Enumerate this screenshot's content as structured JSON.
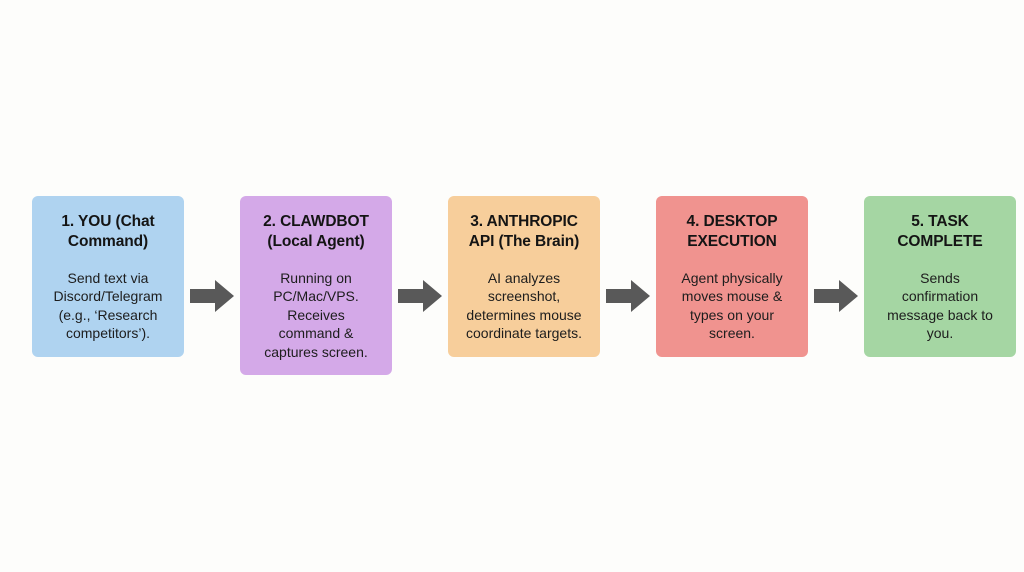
{
  "canvas": {
    "background_color": "#fdfdfb",
    "arrow_color": "#595959"
  },
  "diagram": {
    "type": "horizontal-flowchart",
    "stage_count": 5,
    "connector_count": 4,
    "connector_icon": "right-arrow-icon"
  },
  "stages": [
    {
      "id": "stage-1-you-chat-command",
      "number": "1",
      "title": "1. YOU (Chat\nCommand)",
      "body": "Send text via\nDiscord/Telegram\n(e.g., ‘Research\ncompetitors’).",
      "color": "#afd3f0"
    },
    {
      "id": "stage-2-clawdbot-local-agent",
      "number": "2",
      "title": "2. CLAWDBOT\n(Local Agent)",
      "body": "Running on\nPC/Mac/VPS.\nReceives\ncommand &\ncaptures screen.",
      "color": "#d4a9e8"
    },
    {
      "id": "stage-3-anthropic-api",
      "number": "3",
      "title": "3. ANTHROPIC\nAPI (The Brain)",
      "body": "AI analyzes\nscreenshot,\ndetermines mouse\ncoordinate targets.",
      "color": "#f7ce9b"
    },
    {
      "id": "stage-4-desktop-execution",
      "number": "4",
      "title": "4. DESKTOP\nEXECUTION",
      "body": "Agent physically\nmoves mouse &\ntypes on your\nscreen.",
      "color": "#f0938f"
    },
    {
      "id": "stage-5-task-complete",
      "number": "5",
      "title": "5. TASK\nCOMPLETE",
      "body": "Sends\nconfirmation\nmessage back to\nyou.",
      "color": "#a5d6a3"
    }
  ]
}
